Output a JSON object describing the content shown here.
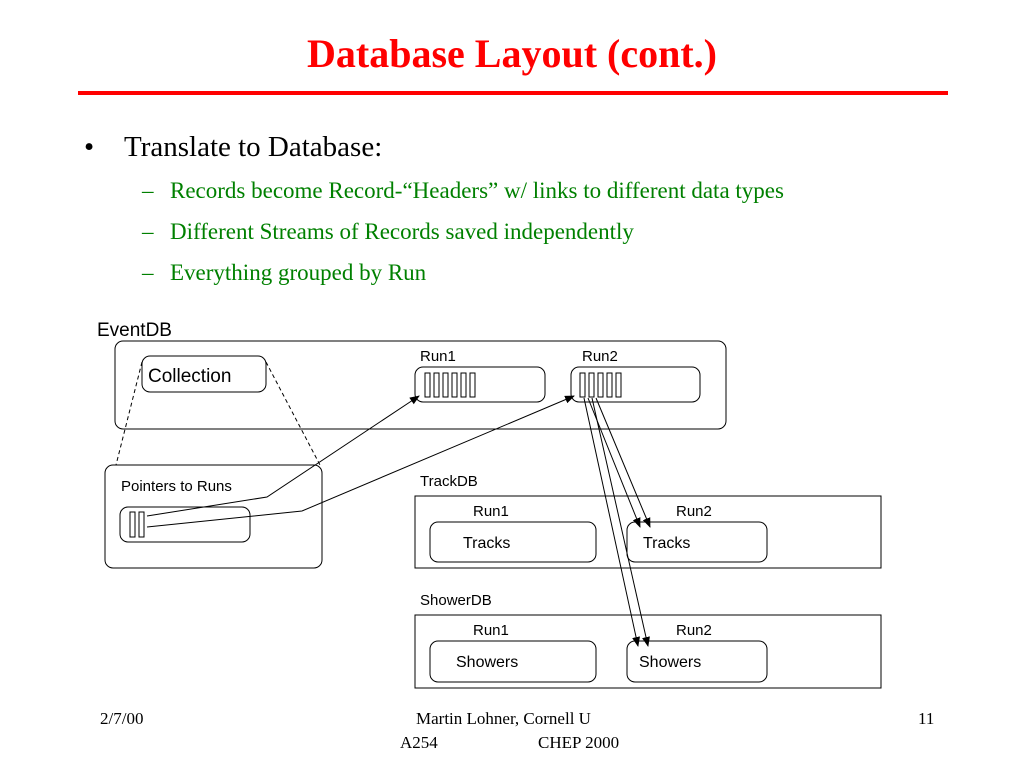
{
  "title": "Database Layout (cont.)",
  "bullet": "Translate to Database:",
  "sub_bullets": [
    "Records become Record-“Headers” w/ links to different data types",
    "Different Streams of Records saved independently",
    "Everything grouped by Run"
  ],
  "diagram": {
    "eventdb_label": "EventDB",
    "collection_label": "Collection",
    "run1_label": "Run1",
    "run2_label": "Run2",
    "pointers_label": "Pointers to Runs",
    "trackdb_label": "TrackDB",
    "showerdb_label": "ShowerDB",
    "tracks_label": "Tracks",
    "showers_label": "Showers"
  },
  "footer": {
    "date": "2/7/00",
    "author": "Martin Lohner, Cornell U",
    "session": "A254",
    "conference": "CHEP 2000",
    "page": "11"
  }
}
